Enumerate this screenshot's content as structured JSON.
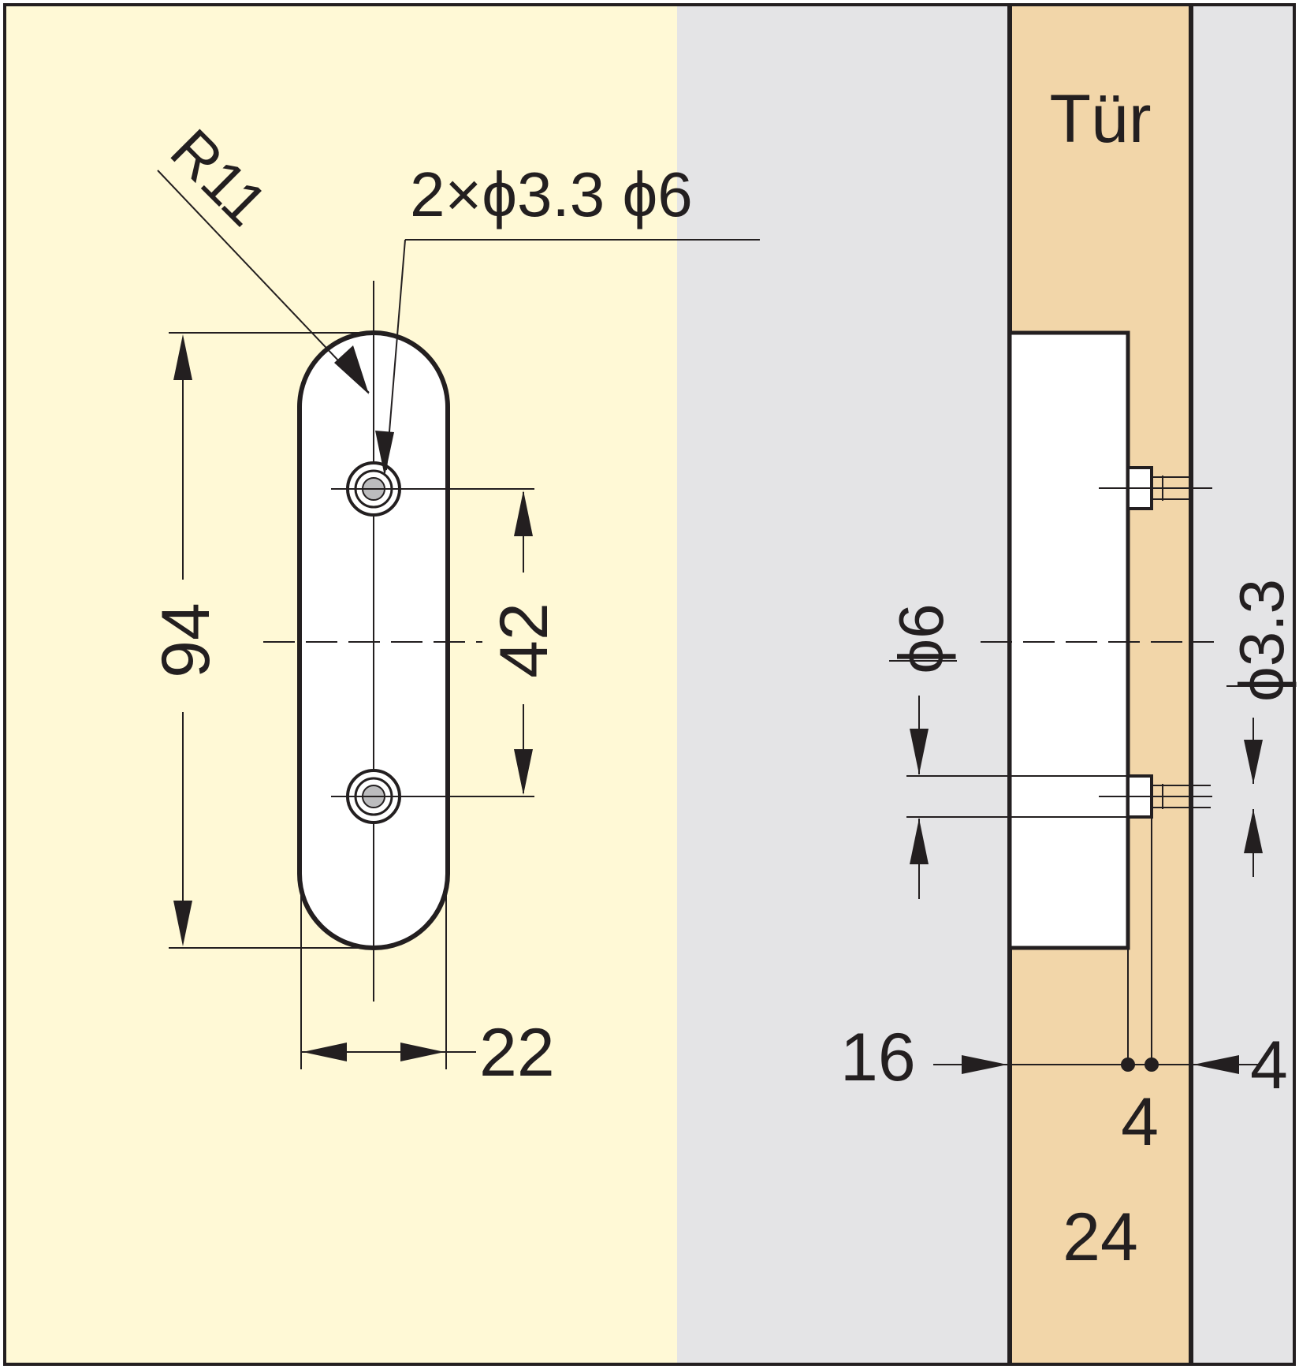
{
  "colors": {
    "front_background": "#fff9d6",
    "side_background": "#e4e4e6",
    "door_wood": "#f2d6a9",
    "part_fill": "#ffffff",
    "line": "#231f20"
  },
  "front_view": {
    "radius_label": "R11",
    "hole_callout": "2×ϕ3.3 ϕ6",
    "height_label": "94",
    "hole_spacing_label": "42",
    "width_label": "22"
  },
  "side_view": {
    "door_label": "Tür",
    "door_thickness_label": "24",
    "left_offset_label": "16",
    "right_offset_label": "4",
    "screw_head_label": "4",
    "counterbore_label": "ϕ6",
    "screw_hole_label": "ϕ3.3"
  }
}
